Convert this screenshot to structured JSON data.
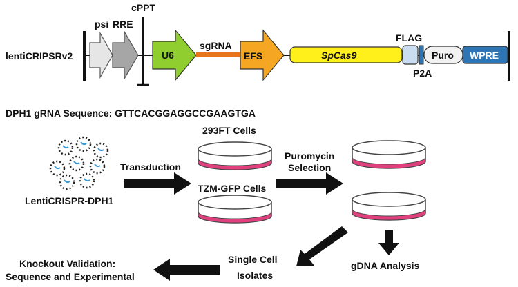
{
  "construct": {
    "name": "lentiCRIPSRv2",
    "elements": {
      "psi": "psi",
      "rre": "RRE",
      "cppt": "cPPT",
      "u6": "U6",
      "sgrna": "sgRNA",
      "efs": "EFS",
      "spcas9": "SpCas9",
      "flag": "FLAG",
      "p2a": "P2A",
      "puro": "Puro",
      "wpre": "WPRE"
    },
    "colors": {
      "psi": "#e6e6e6",
      "rre": "#a6a6a6",
      "u6": "#8fce2e",
      "sgrna": "#e8741e",
      "efs": "#f5a623",
      "spcas9": "#ffef1a",
      "flag": "#c9dcf0",
      "p2a": "#2e75b6",
      "puro": "#f2f2f2",
      "wpre": "#2e75b6"
    }
  },
  "sequence_label": "DPH1 gRNA Sequence: GTTCACGGAGGCCGAAGTGA",
  "workflow": {
    "virus_label": "LentiCRISPR-DPH1",
    "transduction": "Transduction",
    "cells_293": "293FT Cells",
    "cells_tzm": "TZM-GFP Cells",
    "puromycin_line1": "Puromycin",
    "puromycin_line2": "Selection",
    "single_line1": "Single Cell",
    "single_line2": "Isolates",
    "gdna": "gDNA Analysis",
    "ko_line1": "Knockout Validation:",
    "ko_line2": "Sequence and Experimental",
    "dish_color": "#e0417e"
  }
}
